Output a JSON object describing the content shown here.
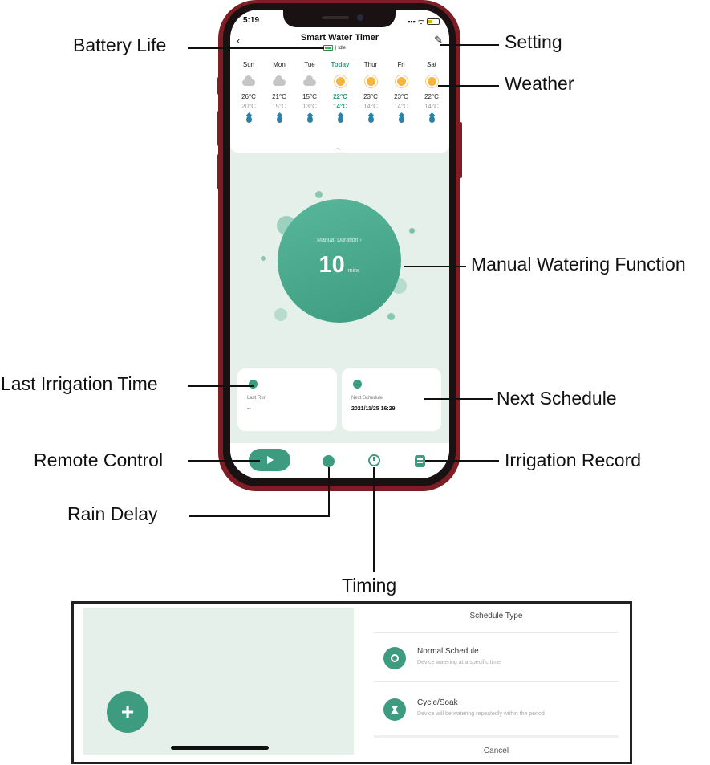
{
  "callouts": {
    "battery_life": "Battery Life",
    "setting": "Setting",
    "weather": "Weather",
    "manual_watering": "Manual Watering Function",
    "last_irrigation": "Last Irrigation Time",
    "next_schedule": "Next Schedule",
    "remote_control": "Remote Control",
    "irrigation_record": "Irrigation Record",
    "rain_delay": "Rain Delay",
    "timing": "Timing"
  },
  "status_bar": {
    "time": "5:19",
    "signal": "▪▪▪",
    "wifi": "ᯤ"
  },
  "header": {
    "back_icon": "‹",
    "title": "Smart Water Timer",
    "battery_status": "| Idle",
    "edit_icon": "✎"
  },
  "weather": {
    "days": [
      {
        "name": "Sun",
        "icon": "cloud-icon",
        "high": "26°C",
        "low": "20°C"
      },
      {
        "name": "Mon",
        "icon": "cloud-icon",
        "high": "21°C",
        "low": "15°C"
      },
      {
        "name": "Tue",
        "icon": "cloud-icon",
        "high": "15°C",
        "low": "13°C"
      },
      {
        "name": "Today",
        "icon": "sun-icon",
        "high": "22°C",
        "low": "14°C"
      },
      {
        "name": "Thur",
        "icon": "sun-icon",
        "high": "23°C",
        "low": "14°C"
      },
      {
        "name": "Fri",
        "icon": "sun-icon",
        "high": "23°C",
        "low": "14°C"
      },
      {
        "name": "Sat",
        "icon": "sun-icon",
        "high": "22°C",
        "low": "14°C"
      }
    ],
    "expand_icon": "︿"
  },
  "manual": {
    "label": "Manual Duration ›",
    "value": "10",
    "unit": "mins"
  },
  "last_run": {
    "label": "Last Run",
    "value": "--"
  },
  "next_schedule": {
    "label": "Next Schedule",
    "value": "2021/11/25 16:29"
  },
  "schedule_type": {
    "title": "Schedule Type",
    "items": [
      {
        "name": "Normal Schedule",
        "desc": "Device watering at a specific time",
        "icon": "clock-icon"
      },
      {
        "name": "Cycle/Soak",
        "desc": "Device will be watering repeatedly within the period",
        "icon": "hourglass-icon"
      }
    ],
    "cancel": "Cancel",
    "add_icon": "+"
  },
  "colors": {
    "accent": "#3d9c80",
    "phone_frame": "#7e1d24",
    "screen_bg": "#e6f0eb",
    "today": "#2e9a78",
    "sun": "#f5b63a",
    "drop": "#2b82a8"
  }
}
